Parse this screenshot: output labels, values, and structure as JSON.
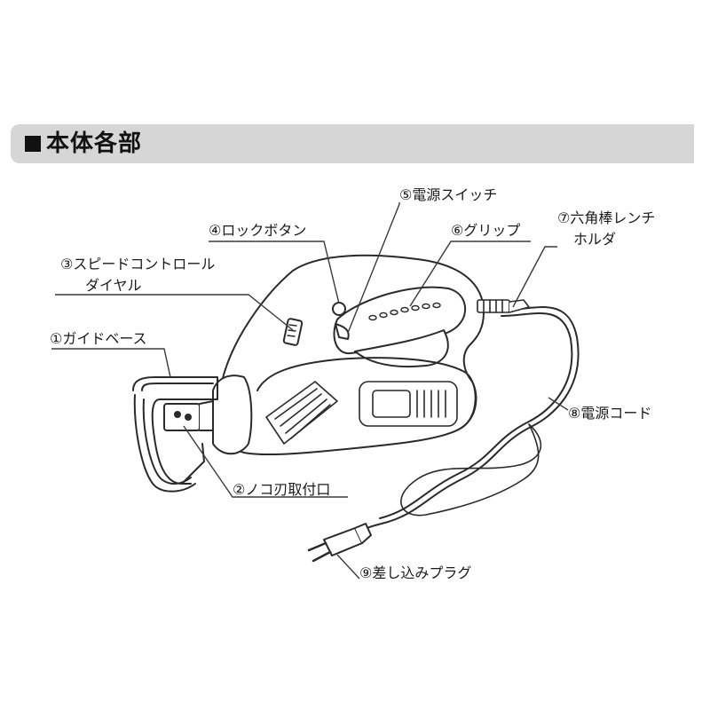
{
  "section": {
    "title": "本体各部"
  },
  "parts": [
    {
      "num": "①",
      "name": "ガイドベース"
    },
    {
      "num": "②",
      "name": "ノコ刃取付口"
    },
    {
      "num": "③",
      "name": "スピードコントロール",
      "name_line2": "ダイヤル"
    },
    {
      "num": "④",
      "name": "ロックボタン"
    },
    {
      "num": "⑤",
      "name": "電源スイッチ"
    },
    {
      "num": "⑥",
      "name": "グリップ"
    },
    {
      "num": "⑦",
      "name": "六角棒レンチ",
      "name_line2": "ホルダ"
    },
    {
      "num": "⑧",
      "name": "電源コード"
    },
    {
      "num": "⑨",
      "name": "差し込みプラグ"
    }
  ]
}
